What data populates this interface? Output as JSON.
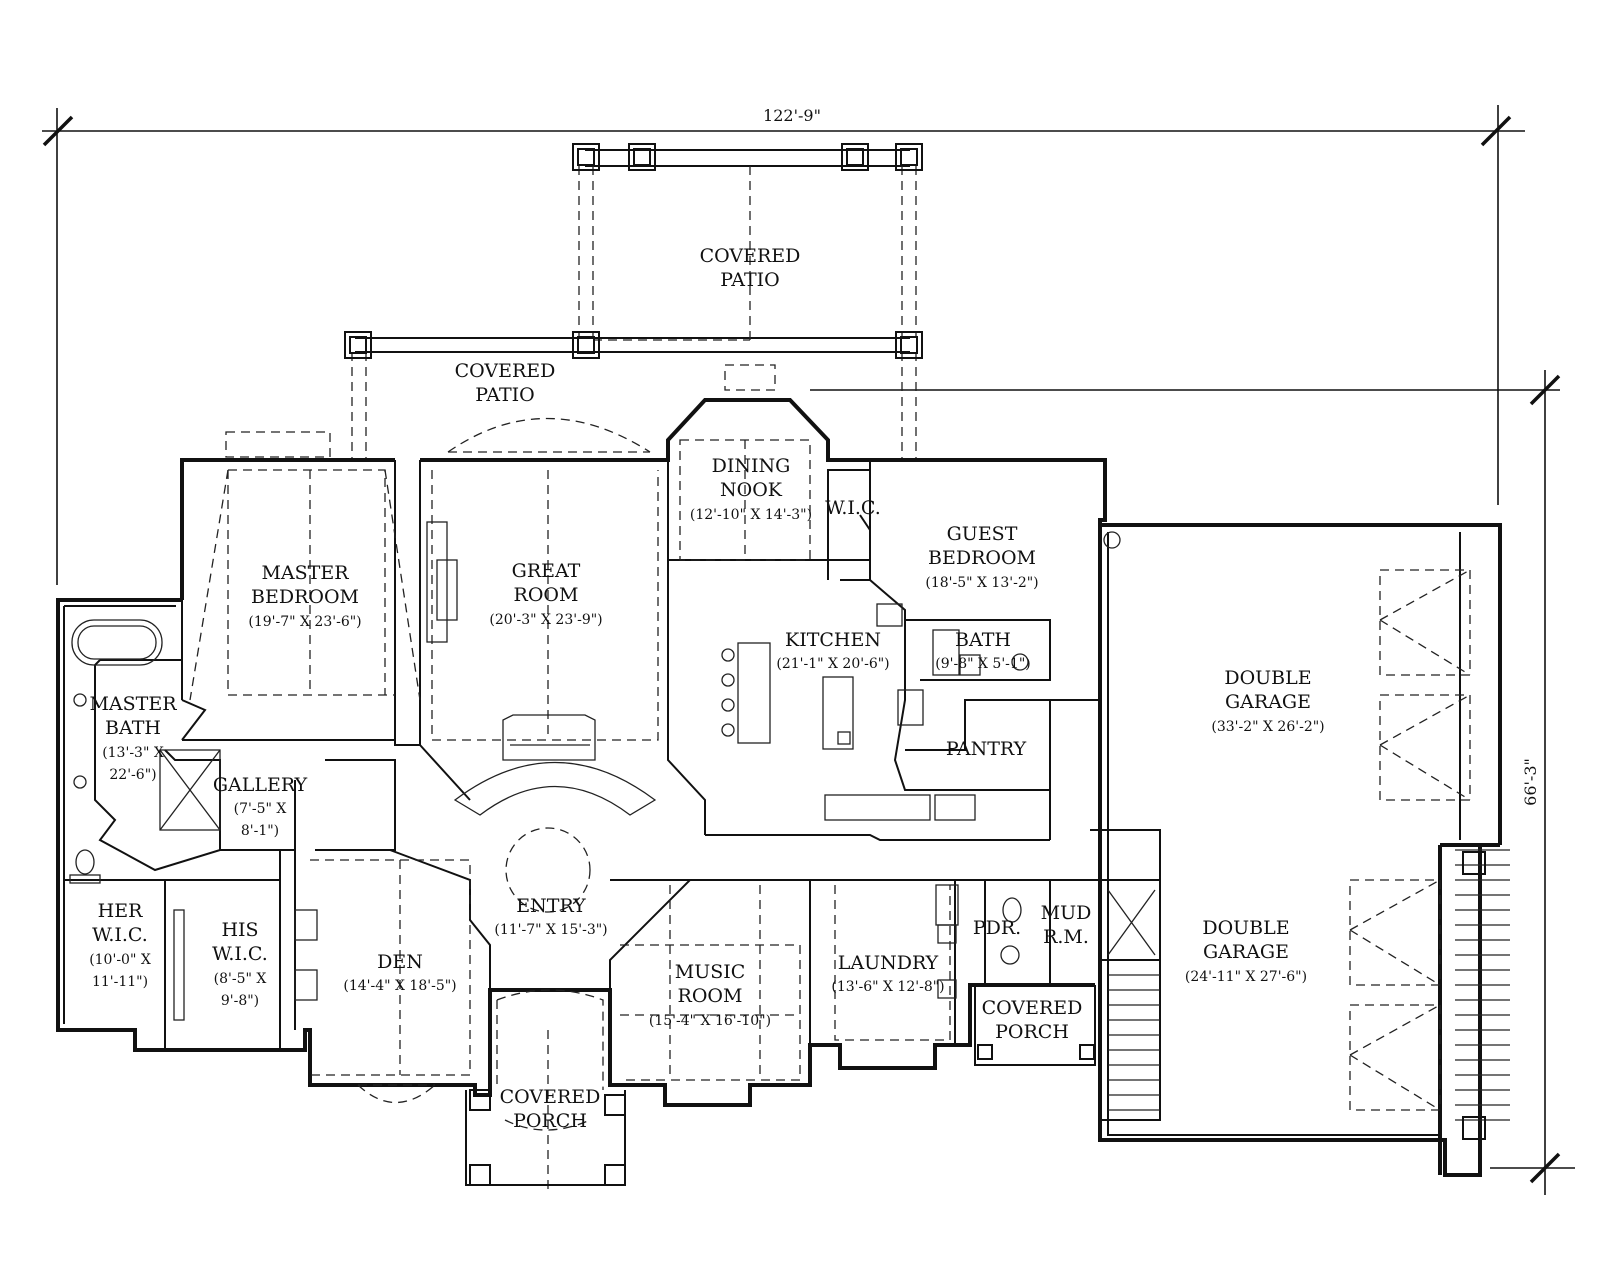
{
  "dimensions": {
    "overall_width": "122'-9\"",
    "overall_depth": "66'-3\""
  },
  "rooms": {
    "covered_patio_upper": {
      "line1": "COVERED",
      "line2": "PATIO"
    },
    "covered_patio_lower": {
      "line1": "COVERED",
      "line2": "PATIO"
    },
    "dining_nook": {
      "line1": "DINING",
      "line2": "NOOK",
      "size": "(12'-10\" X 14'-3\")"
    },
    "wic": {
      "line1": "W.I.C."
    },
    "guest_bedroom": {
      "line1": "GUEST",
      "line2": "BEDROOM",
      "size": "(18'-5\" X 13'-2\")"
    },
    "master_bedroom": {
      "line1": "MASTER",
      "line2": "BEDROOM",
      "size": "(19'-7\" X 23'-6\")"
    },
    "great_room": {
      "line1": "GREAT",
      "line2": "ROOM",
      "size": "(20'-3\" X 23'-9\")"
    },
    "kitchen": {
      "line1": "KITCHEN",
      "size": "(21'-1\" X 20'-6\")"
    },
    "bath": {
      "line1": "BATH",
      "size": "(9'-8\" X 5'-1\")"
    },
    "pantry": {
      "line1": "PANTRY"
    },
    "double_garage_1": {
      "line1": "DOUBLE",
      "line2": "GARAGE",
      "size": "(33'-2\" X 26'-2\")"
    },
    "master_bath": {
      "line1": "MASTER",
      "line2": "BATH",
      "size1": "(13'-3\" X",
      "size2": "22'-6\")"
    },
    "gallery": {
      "line1": "GALLERY",
      "size1": "(7'-5\" X",
      "size2": "8'-1\")"
    },
    "entry": {
      "line1": "ENTRY",
      "size": "(11'-7\" X 15'-3\")"
    },
    "her_wic": {
      "line1": "HER",
      "line2": "W.I.C.",
      "size1": "(10'-0\" X",
      "size2": "11'-11\")"
    },
    "his_wic": {
      "line1": "HIS",
      "line2": "W.I.C.",
      "size1": "(8'-5\" X",
      "size2": "9'-8\")"
    },
    "den": {
      "line1": "DEN",
      "size": "(14'-4\" X 18'-5\")"
    },
    "music_room": {
      "line1": "MUSIC",
      "line2": "ROOM",
      "size": "(15'-4\" X 16'-10\")"
    },
    "laundry": {
      "line1": "LAUNDRY",
      "size": "(13'-6\" X 12'-8\")"
    },
    "pdr": {
      "line1": "PDR."
    },
    "mud_rm": {
      "line1": "MUD",
      "line2": "R.M."
    },
    "covered_porch_side": {
      "line1": "COVERED",
      "line2": "PORCH"
    },
    "covered_porch_front": {
      "line1": "COVERED",
      "line2": "PORCH"
    },
    "double_garage_2": {
      "line1": "DOUBLE",
      "line2": "GARAGE",
      "size": "(24'-11\" X 27'-6\")"
    }
  }
}
